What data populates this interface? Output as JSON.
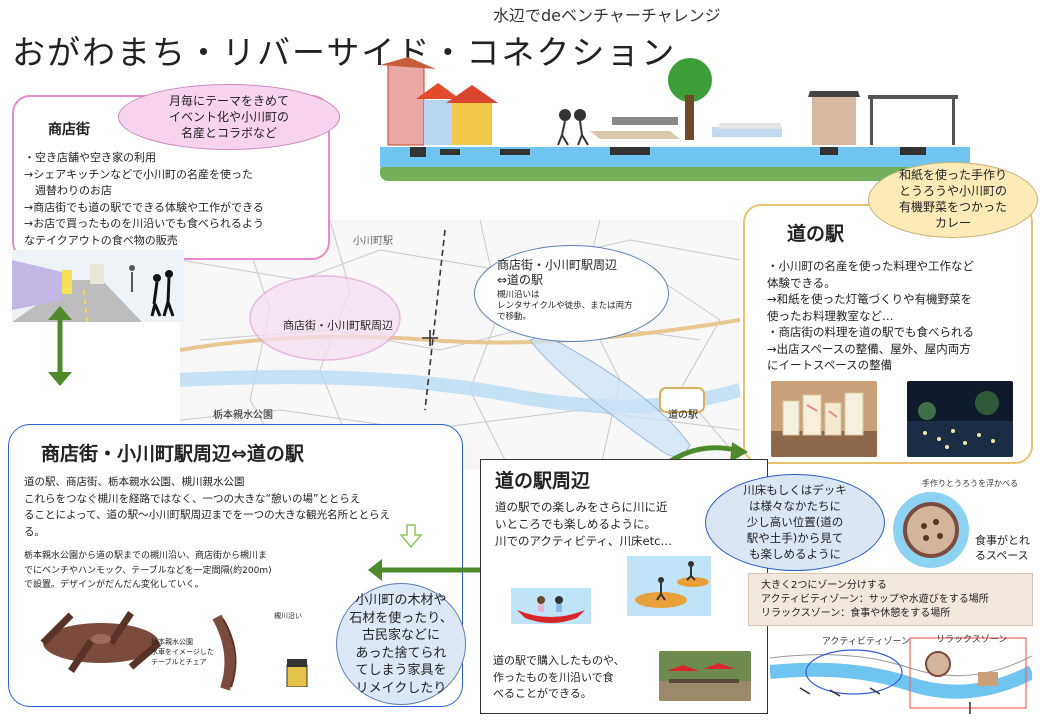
{
  "header": {
    "subtitle": "水辺でdeベンチャーチャレンジ",
    "title": "おがわまち・リバーサイド・コネクション"
  },
  "shotengai_box": {
    "heading": "商店街",
    "lines": [
      "・空き店舗や空き家の利用",
      "→シェアキッチンなどで小川町の名産を使った",
      "　週替わりのお店",
      "→商店街でも道の駅でできる体験や工作ができる",
      "→お店で買ったものを川沿いでも食べられるよう",
      "なテイクアウトの食べ物の販売"
    ],
    "bubble_lines": [
      "月毎にテーマをきめて",
      "イベント化や小川町の",
      "名産とコラボなど"
    ]
  },
  "map": {
    "label_town": "小川町駅",
    "label_area": "商店街・小川町駅周辺",
    "label_park": "栃本親水公園",
    "label_eki": "道の駅"
  },
  "route_bubble": {
    "lines": [
      "商店街・小川町駅周辺",
      "⇔道の駅"
    ],
    "small_lines": [
      "槻川沿いは",
      "レンタサイクルや徒歩、または両方",
      "で移動。"
    ]
  },
  "michinoeki_box": {
    "heading": "道の駅",
    "lines": [
      "・小川町の名産を使った料理や工作など",
      "体験できる。",
      "→和紙を使った灯篭づくりや有機野菜を",
      "使ったお料理教室など…",
      "・商店街の料理を道の駅でも食べられる",
      "→出店スペースの整備、屋外、屋内両方",
      "にイートスペースの整備"
    ],
    "bubble_lines": [
      "和紙を使った手作り",
      "とうろうや小川町の",
      "有機野菜をつかった",
      "カレー"
    ]
  },
  "connection_box": {
    "heading": "商店街・小川町駅周辺⇔道の駅",
    "lines": [
      "道の駅、商店街、栃本親水公園、槻川親水公園",
      "これらをつなぐ槻川を経路ではなく、一つの大きな“憩いの場”ととらえ",
      "ることによって、道の駅〜小川町駅周辺までを一つの大きな観光名所ととらえ",
      "る。"
    ],
    "small_lines": [
      "栃本親水公園から道の駅までの槻川沿い、商店街から槻川ま",
      "でにベンチやハンモック、テーブルなどを一定間隔(約200m)",
      "で設置。デザインがだんだん変化していく。"
    ],
    "sketch_label_1": "栃本親水公園",
    "sketch_label_2": "水車をイメージした",
    "sketch_label_3": "テーブルとチェア",
    "sketch_label_4": "槻川沿い",
    "bubble_lines": [
      "小川町の木材や",
      "石材を使ったり、",
      "古民家などに",
      "あった捨てられ",
      "てしまう家具を",
      "リメイクしたり"
    ]
  },
  "ekimawari_box": {
    "heading": "道の駅周辺",
    "lines": [
      "道の駅での楽しみをさらに川に近",
      "いところでも楽しめるように。",
      "川でのアクティビティ、川床etc…"
    ],
    "bottom_lines": [
      "道の駅で購入したものや、",
      "作ったものを川沿いで食",
      "べることができる。"
    ],
    "bubble_lines": [
      "川床もしくはデッキ",
      "は様々なかたちに",
      "少し高い位置(道の",
      "駅や土手)から見て",
      "も楽しめるように"
    ],
    "sketch_note": "手作りとうろうを浮かべる",
    "eating_space_lines": [
      "食事がとれ",
      "るスペース"
    ]
  },
  "zones": {
    "lines": [
      "大きく2つにゾーン分けする",
      "アクティビティゾーン：サップや水遊びをする場所",
      "リラックスゾーン：食事や休憩をする場所"
    ],
    "sketch_activity": "アクティビティゾーン",
    "sketch_relax": "リラックスゾーン"
  },
  "colors": {
    "pink_border": "#e68bd0",
    "blue_border": "#2b60d6",
    "gold_border": "#e9c271",
    "arrow_green": "#4e8a2c",
    "river_blue": "#8ec9f0"
  }
}
